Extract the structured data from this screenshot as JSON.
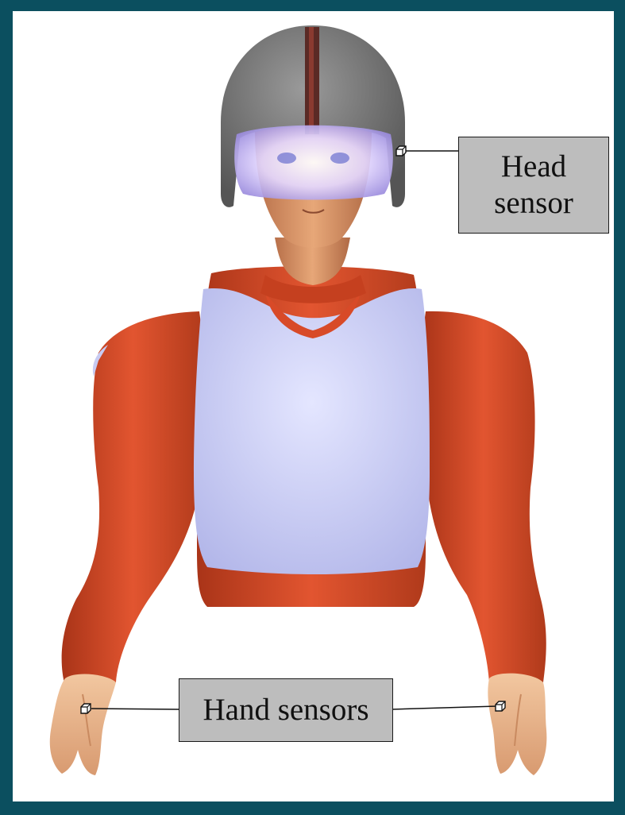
{
  "labels": {
    "head_line1": "Head",
    "head_line2": "sensor",
    "hands": "Hand sensors"
  },
  "colors": {
    "background": "#0b4f5f",
    "panel": "#ffffff",
    "callout_fill": "#bdbdbd",
    "helmet": "#7a7a7a",
    "helmet_stripe": "#5a2a25",
    "visor": "#c9b8f0",
    "skin": "#e0a070",
    "suit": "#d84a28",
    "vest": "#c8cbf2"
  },
  "icons": [
    "head-sensor-icon",
    "left-hand-sensor-icon",
    "right-hand-sensor-icon"
  ]
}
